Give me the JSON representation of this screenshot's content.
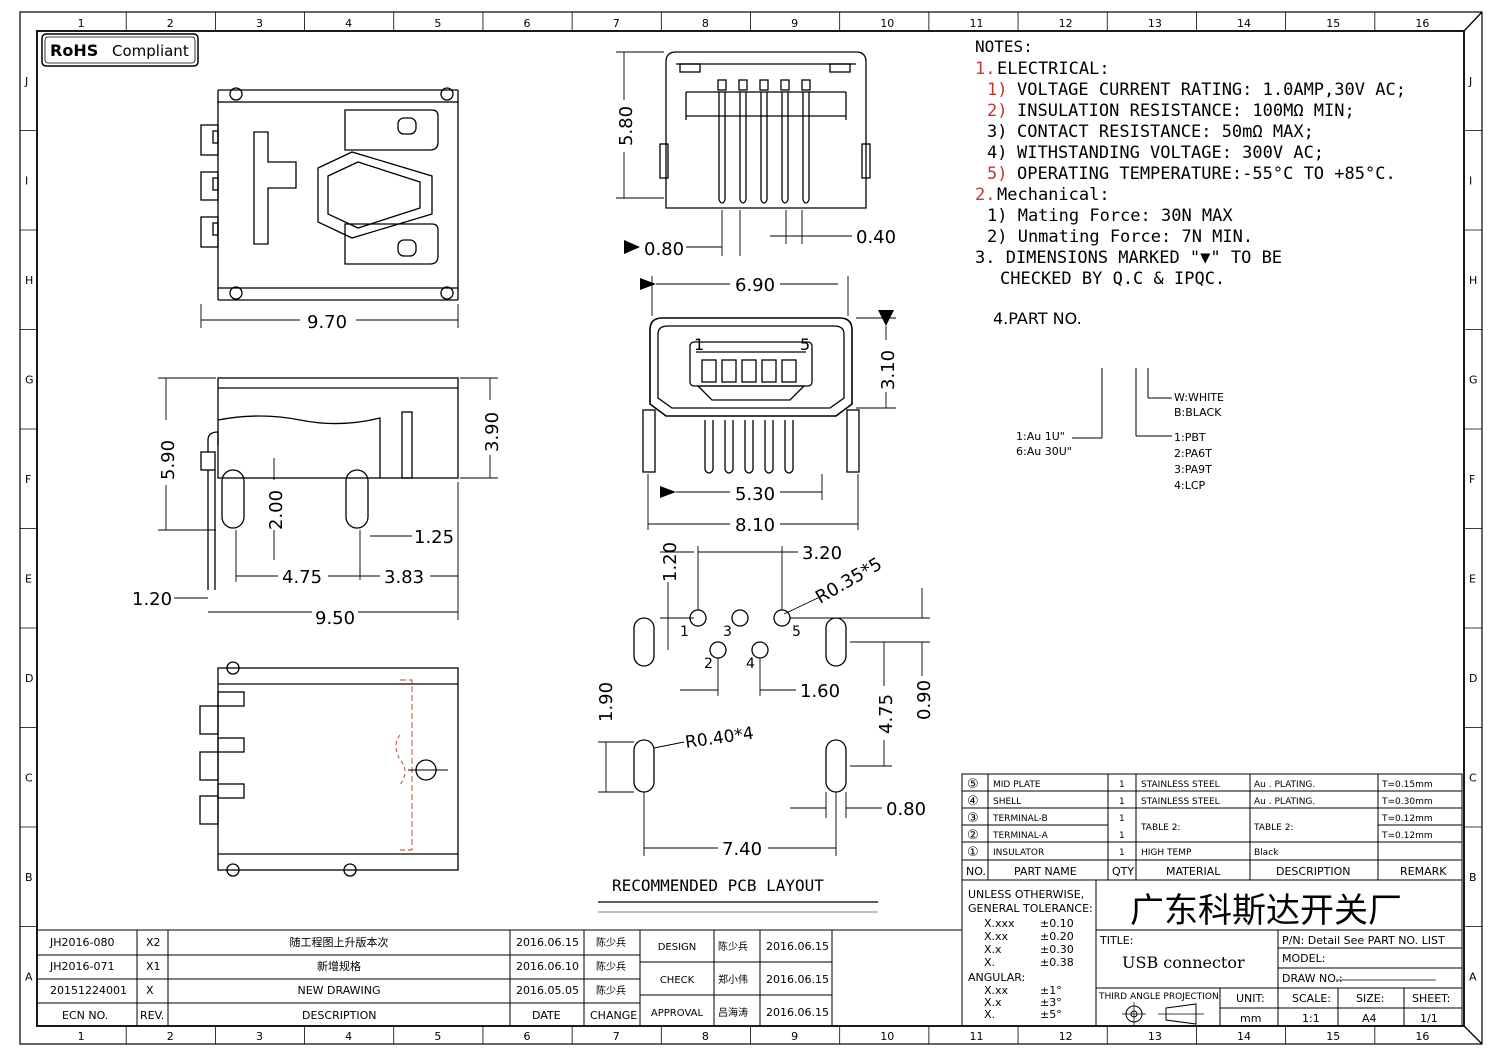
{
  "rohs_badge": {
    "bold": "RoHS",
    "text": "Compliant"
  },
  "border": {
    "columns": [
      "1",
      "2",
      "3",
      "4",
      "5",
      "6",
      "7",
      "8",
      "9",
      "10",
      "11",
      "12",
      "13",
      "14",
      "15",
      "16"
    ],
    "rows": [
      "J",
      "I",
      "H",
      "G",
      "F",
      "E",
      "D",
      "C",
      "B",
      "A"
    ]
  },
  "dims": {
    "top_view_width": "9.70",
    "side_height": "5.90",
    "side_height2": "3.90",
    "side_pin_len": "2.00",
    "side_slot_w": "1.25",
    "side_pitch_a": "4.75",
    "side_pitch_b": "3.83",
    "side_pin_offset": "1.20",
    "side_length": "9.50",
    "front_height": "5.80",
    "front_pin_w": "0.80",
    "front_pin_pitch": "0.40",
    "face_width": "6.90",
    "face_height": "3.10",
    "face_inner": "5.30",
    "face_outer": "8.10",
    "pcb_a": "1.20",
    "pcb_b": "3.20",
    "pcb_r1": "R0.35*5",
    "pcb_c": "1.60",
    "pcb_d": "0.90",
    "pcb_e": "1.90",
    "pcb_r2": "R0.40*4",
    "pcb_f": "4.75",
    "pcb_g": "0.80",
    "pcb_h": "7.40",
    "pin_labels": [
      "1",
      "2",
      "3",
      "4",
      "5"
    ],
    "face_pin_first": "1",
    "face_pin_last": "5"
  },
  "pcb_layout_title": "RECOMMENDED PCB LAYOUT",
  "notes": {
    "heading": "NOTES:",
    "electrical": {
      "num": "1.",
      "label": "ELECTRICAL:"
    },
    "electrical_items": [
      {
        "num": "1)",
        "text": "VOLTAGE CURRENT RATING: 1.0AMP,30V AC;"
      },
      {
        "num": "2)",
        "text": "INSULATION RESISTANCE: 100MΩ MIN;"
      },
      {
        "num": "3)",
        "text": "CONTACT RESISTANCE: 50mΩ MAX;"
      },
      {
        "num": "4)",
        "text": "WITHSTANDING VOLTAGE: 300V AC;"
      },
      {
        "num": "5)",
        "text": "OPERATING TEMPERATURE:-55°C TO +85°C."
      }
    ],
    "mechanical": {
      "num": "2.",
      "label": "Mechanical:"
    },
    "mechanical_items": [
      "1) Mating Force: 30N MAX",
      "2) Unmating Force: 7N MIN."
    ],
    "item3_line1": "3. DIMENSIONS MARKED \"▼\" TO BE",
    "item3_line2": "CHECKED BY Q.C & IPQC.",
    "item4": "4.PART NO."
  },
  "part_no_tree": {
    "plating": [
      "1:Au 1U\"",
      "6:Au 30U\""
    ],
    "color": [
      "W:WHITE",
      "B:BLACK"
    ],
    "material": [
      "1:PBT",
      "2:PA6T",
      "3:PA9T",
      "4:LCP"
    ]
  },
  "bom": {
    "rows": [
      {
        "no": "⑤",
        "part": "MID PLATE",
        "qty": "1",
        "material": "STAINLESS STEEL",
        "desc": "Au . PLATING.",
        "remark": "T=0.15mm"
      },
      {
        "no": "④",
        "part": "SHELL",
        "qty": "1",
        "material": "STAINLESS STEEL",
        "desc": "Au . PLATING.",
        "remark": "T=0.30mm"
      },
      {
        "no": "③",
        "part": "TERMINAL-B",
        "qty": "1",
        "material": "TABLE 2:",
        "desc": "TABLE 2:",
        "remark": "T=0.12mm"
      },
      {
        "no": "②",
        "part": "TERMINAL-A",
        "qty": "1",
        "material": "",
        "desc": "",
        "remark": "T=0.12mm"
      },
      {
        "no": "①",
        "part": "INSULATOR",
        "qty": "1",
        "material": "HIGH TEMP",
        "desc": "Black",
        "remark": ""
      }
    ],
    "headers": [
      "NO.",
      "PART NAME",
      "QTY",
      "MATERIAL",
      "DESCRIPTION",
      "REMARK"
    ]
  },
  "tolerance": {
    "title1": "UNLESS OTHERWISE,",
    "title2": "GENERAL TOLERANCE:",
    "rows": [
      [
        "X.xxx",
        "±0.10"
      ],
      [
        "X.xx",
        "±0.20"
      ],
      [
        "X.x",
        "±0.30"
      ],
      [
        "X.",
        "±0.38"
      ]
    ],
    "angular": "ANGULAR:",
    "angular_rows": [
      [
        "X.xx",
        "±1°"
      ],
      [
        "X.x",
        "±3°"
      ],
      [
        "X.",
        "±5°"
      ]
    ]
  },
  "company": "广东科斯达开关厂",
  "title_label": "TITLE:",
  "title_value": "USB connector",
  "pn": "P/N: Detail See PART NO. LIST",
  "model": "MODEL:",
  "draw_no": "DRAW NO.:",
  "projection": "THIRD ANGLE PROJECTION",
  "info": {
    "unit_label": "UNIT:",
    "unit": "mm",
    "scale_label": "SCALE:",
    "scale": "1:1",
    "size_label": "SIZE:",
    "size": "A4",
    "sheet_label": "SHEET:",
    "sheet": "1/1"
  },
  "revisions": [
    {
      "ecn": "JH2016-080",
      "rev": "X2",
      "desc": "随工程图上升版本次",
      "date": "2016.06.15",
      "change": "陈少兵"
    },
    {
      "ecn": "JH2016-071",
      "rev": "X1",
      "desc": "新增规格",
      "date": "2016.06.10",
      "change": "陈少兵"
    },
    {
      "ecn": "20151224001",
      "rev": "X",
      "desc": "NEW DRAWING",
      "date": "2016.05.05",
      "change": "陈少兵"
    }
  ],
  "revision_headers": {
    "ecn": "ECN NO.",
    "rev": "REV.",
    "desc": "DESCRIPTION",
    "date": "DATE",
    "change": "CHANGE"
  },
  "approvals": [
    {
      "label": "DESIGN",
      "name": "陈少兵",
      "date": "2016.06.15"
    },
    {
      "label": "CHECK",
      "name": "郑小伟",
      "date": "2016.06.15"
    },
    {
      "label": "APPROVAL",
      "name": "吕海涛",
      "date": "2016.06.15"
    }
  ]
}
